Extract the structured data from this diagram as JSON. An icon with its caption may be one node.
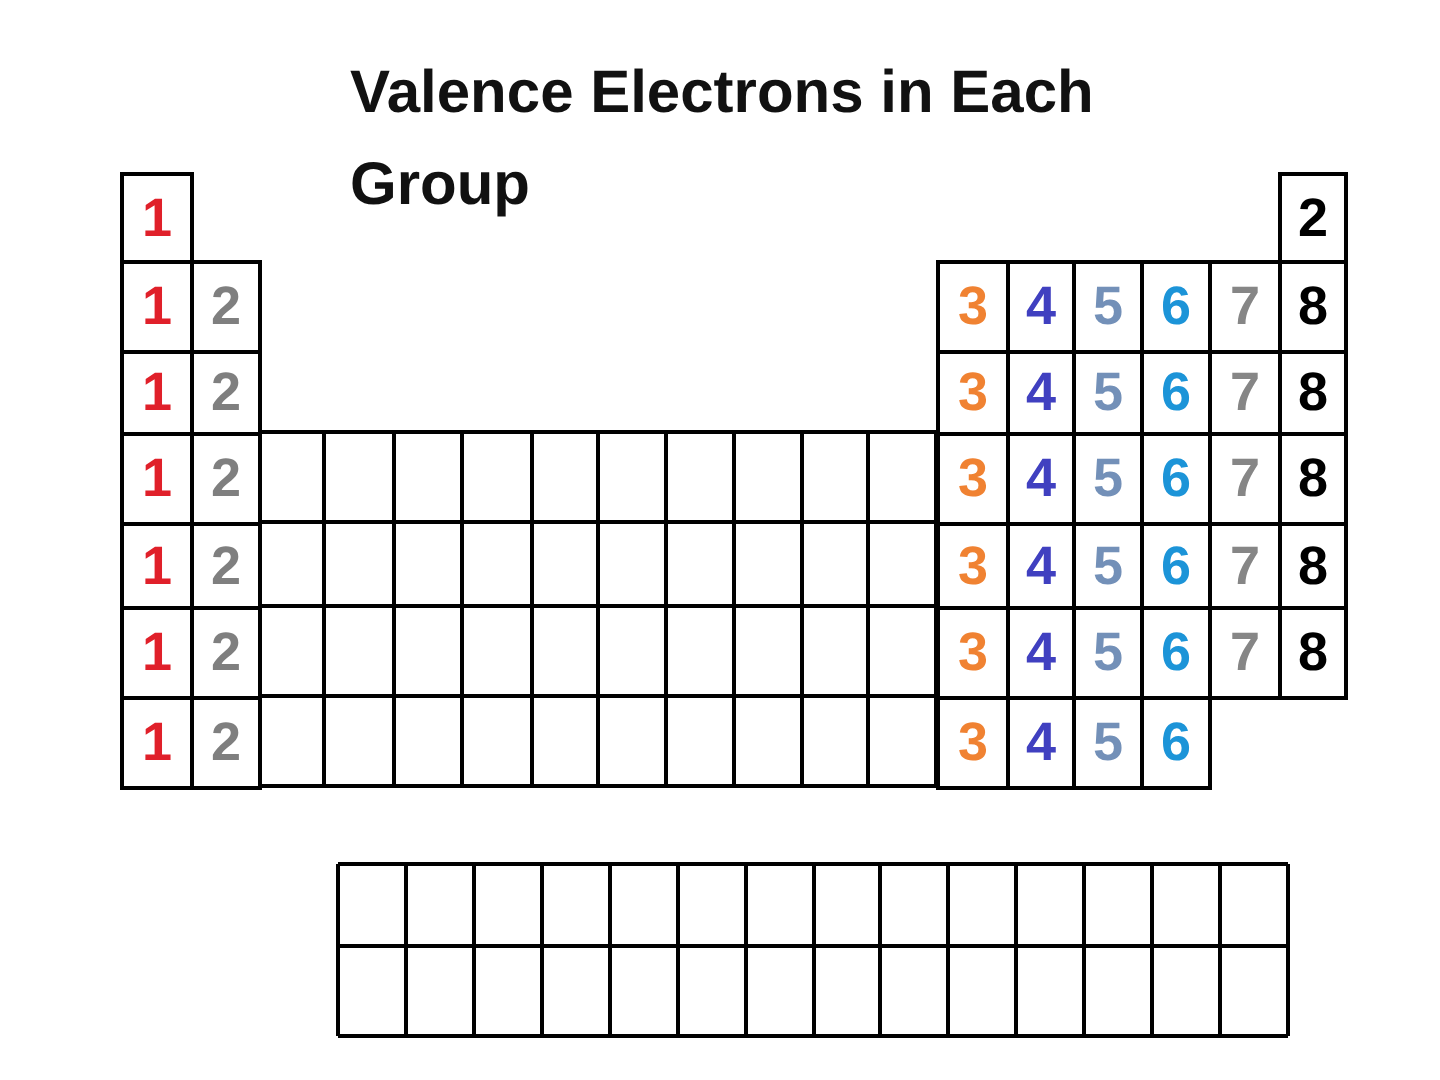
{
  "diagram": {
    "title": "Valence Electrons in Each Group",
    "labels": [
      "1",
      "2",
      "1",
      "2",
      "3",
      "4",
      "5",
      "6",
      "7",
      "8",
      "1",
      "2",
      "3",
      "4",
      "5",
      "6",
      "7",
      "8",
      "1",
      "2",
      "3",
      "4",
      "5",
      "6",
      "7",
      "8",
      "1",
      "2",
      "3",
      "4",
      "5",
      "6",
      "7",
      "8",
      "1",
      "2",
      "3",
      "4",
      "5",
      "6",
      "7",
      "8",
      "1",
      "2",
      "3",
      "4",
      "5",
      "6"
    ]
  }
}
